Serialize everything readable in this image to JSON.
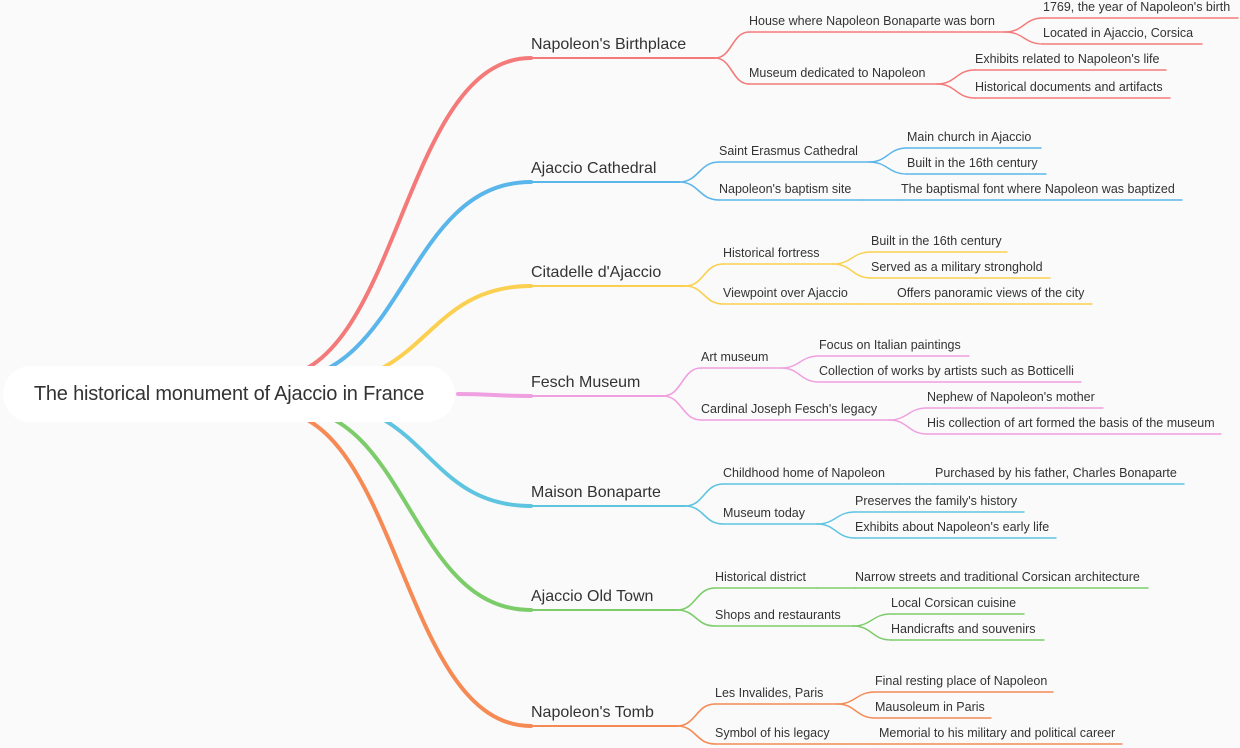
{
  "root": {
    "title": "The historical monument of Ajaccio in France"
  },
  "branches": [
    {
      "label": "Napoleon's Birthplace",
      "color": "#f47a7a",
      "children": [
        {
          "label": "House where Napoleon Bonaparte was born",
          "children": [
            {
              "label": "1769, the year of Napoleon's birth"
            },
            {
              "label": "Located in Ajaccio, Corsica"
            }
          ]
        },
        {
          "label": "Museum dedicated to Napoleon",
          "children": [
            {
              "label": "Exhibits related to Napoleon's life"
            },
            {
              "label": "Historical documents and artifacts"
            }
          ]
        }
      ]
    },
    {
      "label": "Ajaccio Cathedral",
      "color": "#5ab6ea",
      "children": [
        {
          "label": "Saint Erasmus Cathedral",
          "children": [
            {
              "label": "Main church in Ajaccio"
            },
            {
              "label": "Built in the 16th century"
            }
          ]
        },
        {
          "label": "Napoleon's baptism site",
          "children": [
            {
              "label": "The baptismal font where Napoleon was baptized"
            }
          ]
        }
      ]
    },
    {
      "label": "Citadelle d'Ajaccio",
      "color": "#fbcf4f",
      "children": [
        {
          "label": "Historical fortress",
          "children": [
            {
              "label": "Built in the 16th century"
            },
            {
              "label": "Served as a military stronghold"
            }
          ]
        },
        {
          "label": "Viewpoint over Ajaccio",
          "children": [
            {
              "label": "Offers panoramic views of the city"
            }
          ]
        }
      ]
    },
    {
      "label": "Fesch Museum",
      "color": "#f0a0e0",
      "children": [
        {
          "label": "Art museum",
          "children": [
            {
              "label": "Focus on Italian paintings"
            },
            {
              "label": "Collection of works by artists such as Botticelli"
            }
          ]
        },
        {
          "label": "Cardinal Joseph Fesch's legacy",
          "children": [
            {
              "label": "Nephew of Napoleon's mother"
            },
            {
              "label": "His collection of art formed the basis of the museum"
            }
          ]
        }
      ]
    },
    {
      "label": "Maison Bonaparte",
      "color": "#5ec4e0",
      "children": [
        {
          "label": "Childhood home of Napoleon",
          "children": [
            {
              "label": "Purchased by his father, Charles Bonaparte"
            }
          ]
        },
        {
          "label": "Museum today",
          "children": [
            {
              "label": "Preserves the family's history"
            },
            {
              "label": "Exhibits about Napoleon's early life"
            }
          ]
        }
      ]
    },
    {
      "label": "Ajaccio Old Town",
      "color": "#7ccc6a",
      "children": [
        {
          "label": "Historical district",
          "children": [
            {
              "label": "Narrow streets and traditional Corsican architecture"
            }
          ]
        },
        {
          "label": "Shops and restaurants",
          "children": [
            {
              "label": "Local Corsican cuisine"
            },
            {
              "label": "Handicrafts and souvenirs"
            }
          ]
        }
      ]
    },
    {
      "label": "Napoleon's Tomb",
      "color": "#f58a55",
      "children": [
        {
          "label": "Les Invalides, Paris",
          "children": [
            {
              "label": "Final resting place of Napoleon"
            },
            {
              "label": "Mausoleum in Paris"
            }
          ]
        },
        {
          "label": "Symbol of his legacy",
          "children": [
            {
              "label": "Memorial to his military and political career"
            }
          ]
        }
      ]
    }
  ]
}
